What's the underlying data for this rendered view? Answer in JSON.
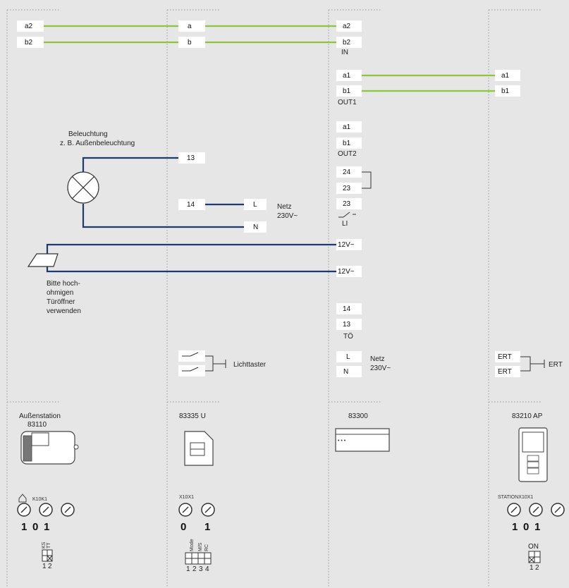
{
  "devices": [
    {
      "id": "d1",
      "label_1": "Außenstation",
      "label_2": "83110",
      "switch_label": "K10K1",
      "dial_digits": [
        "1",
        "0",
        "1"
      ],
      "dip_labels": [
        "KS",
        "TT"
      ],
      "dip_numbers": [
        "1",
        "2"
      ]
    },
    {
      "id": "d2",
      "label_1": "83335 U",
      "label_2": "",
      "switch_label": "X10X1",
      "dial_digits": [
        "0",
        "1"
      ],
      "dip_labels": [
        "Mode",
        "M/S",
        "RC"
      ],
      "dip_numbers": [
        "1",
        "2",
        "3",
        "4"
      ]
    },
    {
      "id": "d3",
      "label_1": "83300",
      "label_2": ""
    },
    {
      "id": "d4",
      "label_1": "83210 AP",
      "label_2": "",
      "switch_label": "STATIONX10X1",
      "dial_digits": [
        "1",
        "0",
        "1"
      ],
      "dip_labels": [
        "ON"
      ],
      "dip_numbers": [
        "1",
        "2"
      ]
    }
  ],
  "terminals": {
    "col1": [
      "a2",
      "b2"
    ],
    "col2": [
      "a",
      "b",
      "13",
      "14",
      "L",
      "N"
    ],
    "col3": [
      "a2",
      "b2",
      "a1",
      "b1",
      "a1",
      "b1",
      "24",
      "23",
      "23",
      "12V~",
      "12V~",
      "14",
      "13",
      "L",
      "N"
    ],
    "col4": [
      "a1",
      "b1",
      "ERT",
      "ERT"
    ]
  },
  "captions": {
    "in": "IN",
    "out1": "OUT1",
    "out2": "OUT2",
    "li": "LI",
    "to": "TÖ",
    "netz_1": "Netz",
    "netz_2": "230V~",
    "netz_b_1": "Netz",
    "netz_b_2": "230V~",
    "lighting_1": "Beleuchtung",
    "lighting_2": "z. B. Außenbeleuchtung",
    "opener_1": "Bitte hoch-",
    "opener_2": "ohmigen",
    "opener_3": "Türöffner",
    "opener_4": "verwenden",
    "lichttaster": "Lichttaster",
    "ert": "ERT"
  },
  "colors": {
    "bus_line": "#8cc63f",
    "wire": "#1f3a6e",
    "terminal_bg": "#ffffff",
    "background": "#e6e6e6"
  }
}
